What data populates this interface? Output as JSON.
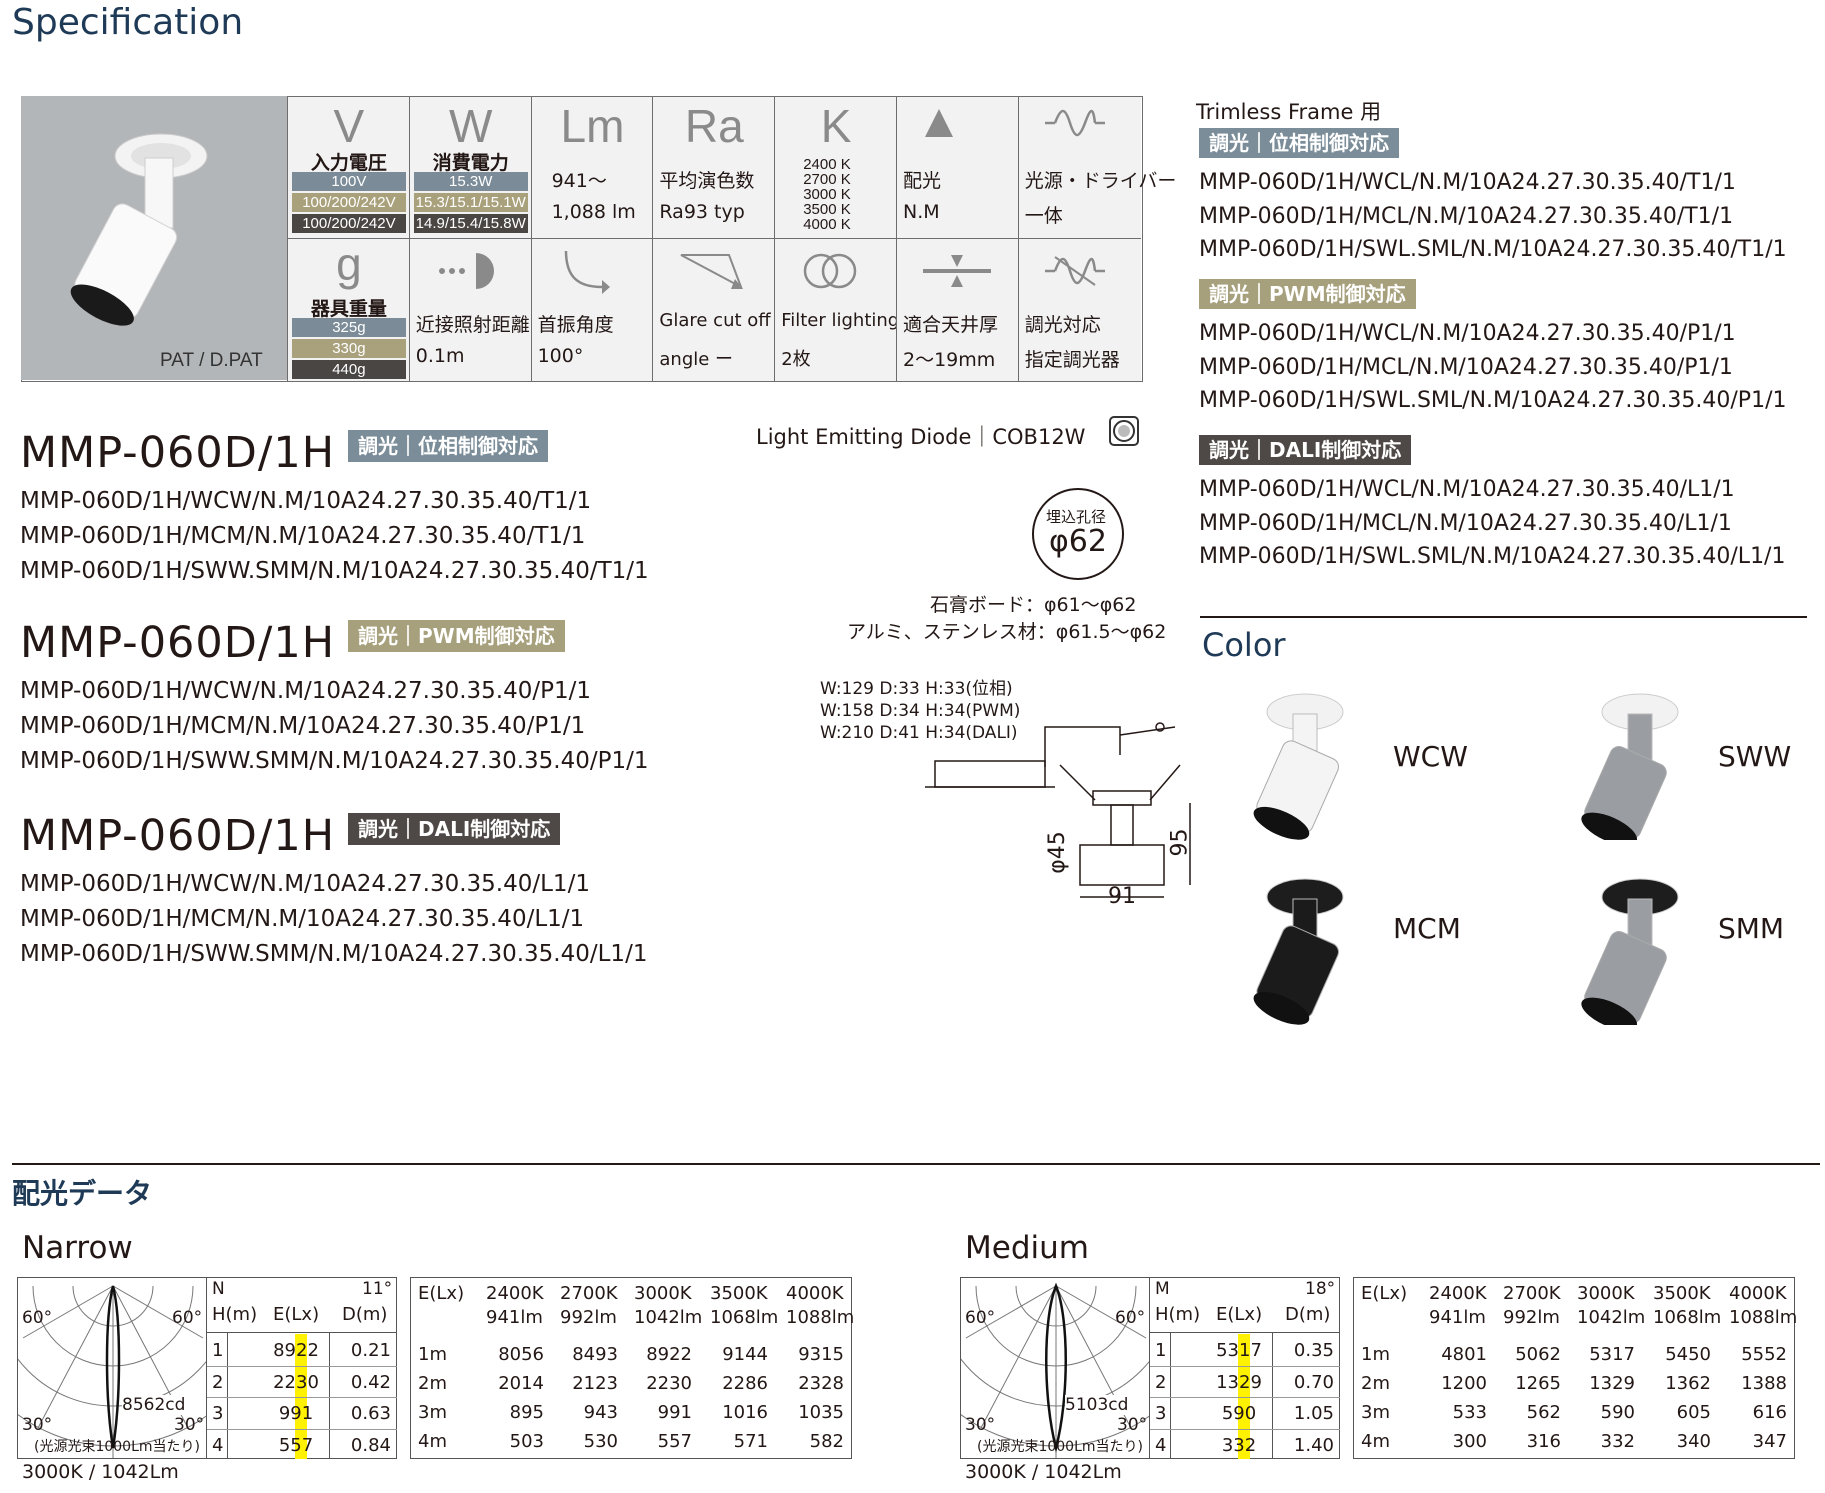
{
  "header": {
    "title": "Specification"
  },
  "spec": {
    "photo_caption": "PAT / D.PAT",
    "row1": [
      {
        "symbol": "V",
        "label": "入力電圧",
        "bars": [
          "100V",
          "100/200/242V",
          "100/200/242V"
        ]
      },
      {
        "symbol": "W",
        "label": "消費電力",
        "bars": [
          "15.3W",
          "15.3/15.1/15.1W",
          "14.9/15.4/15.8W"
        ]
      },
      {
        "symbol": "Lm",
        "line1": "941～",
        "line2": "1,088 lm"
      },
      {
        "symbol": "Ra",
        "line1": "平均演色数",
        "line2": "Ra93 typ"
      },
      {
        "symbol": "K",
        "temps": [
          "2400 K",
          "2700 K",
          "3000 K",
          "3500 K",
          "4000 K"
        ]
      },
      {
        "icon": "triangle-icon",
        "line1": "配光",
        "line2": "N.M"
      },
      {
        "icon": "wave-icon",
        "line1": "光源・ドライバー",
        "line2": "一体"
      }
    ],
    "row2": [
      {
        "symbol": "g",
        "label": "器具重量",
        "bars": [
          "325g",
          "330g",
          "440g"
        ]
      },
      {
        "icon": "distance-icon",
        "line1": "近接照射距離",
        "line2": "0.1m"
      },
      {
        "icon": "rotate-icon",
        "line1": "首振角度",
        "line2": "100°"
      },
      {
        "icon": "glare-icon",
        "line1": "Glare cut off",
        "line2": "angle ー"
      },
      {
        "icon": "filter-icon",
        "line1": "Filter lighting",
        "line2": "2枚"
      },
      {
        "icon": "ceiling-icon",
        "line1": "適合天井厚",
        "line2": "2～19mm"
      },
      {
        "icon": "dimmer-icon",
        "line1": "調光対応",
        "line2": "指定調光器"
      }
    ]
  },
  "models": [
    {
      "name": "MMP-060D/1H",
      "tag": "調光｜位相制御対応",
      "codes": [
        "MMP-060D/1H/WCW/N.M/10A24.27.30.35.40/T1/1",
        "MMP-060D/1H/MCM/N.M/10A24.27.30.35.40/T1/1",
        "MMP-060D/1H/SWW.SMM/N.M/10A24.27.30.35.40/T1/1"
      ]
    },
    {
      "name": "MMP-060D/1H",
      "tag": "調光｜PWM制御対応",
      "codes": [
        "MMP-060D/1H/WCW/N.M/10A24.27.30.35.40/P1/1",
        "MMP-060D/1H/MCM/N.M/10A24.27.30.35.40/P1/1",
        "MMP-060D/1H/SWW.SMM/N.M/10A24.27.30.35.40/P1/1"
      ]
    },
    {
      "name": "MMP-060D/1H",
      "tag": "調光｜DALI制御対応",
      "codes": [
        "MMP-060D/1H/WCW/N.M/10A24.27.30.35.40/L1/1",
        "MMP-060D/1H/MCM/N.M/10A24.27.30.35.40/L1/1",
        "MMP-060D/1H/SWW.SMM/N.M/10A24.27.30.35.40/L1/1"
      ]
    }
  ],
  "drawing": {
    "led": "Light Emitting Diode｜COB12W",
    "hole_label": "埋込孔径",
    "hole_size": "φ62",
    "board": "石膏ボード：φ61～φ62",
    "alumi": "アルミ、ステンレス材：φ61.5～φ62",
    "dims": [
      "W:129 D:33 H:33(位相)",
      "W:158 D:34 H:34(PWM)",
      "W:210 D:41 H:34(DALI)"
    ],
    "d45": "φ45",
    "d91": "91",
    "d95": "95"
  },
  "trimless": {
    "title": "Trimless Frame 用",
    "groups": [
      {
        "tag": "調光｜位相制御対応",
        "codes": [
          "MMP-060D/1H/WCL/N.M/10A24.27.30.35.40/T1/1",
          "MMP-060D/1H/MCL/N.M/10A24.27.30.35.40/T1/1",
          "MMP-060D/1H/SWL.SML/N.M/10A24.27.30.35.40/T1/1"
        ]
      },
      {
        "tag": "調光｜PWM制御対応",
        "codes": [
          "MMP-060D/1H/WCL/N.M/10A24.27.30.35.40/P1/1",
          "MMP-060D/1H/MCL/N.M/10A24.27.30.35.40/P1/1",
          "MMP-060D/1H/SWL.SML/N.M/10A24.27.30.35.40/P1/1"
        ]
      },
      {
        "tag": "調光｜DALI制御対応",
        "codes": [
          "MMP-060D/1H/WCL/N.M/10A24.27.30.35.40/L1/1",
          "MMP-060D/1H/MCL/N.M/10A24.27.30.35.40/L1/1",
          "MMP-060D/1H/SWL.SML/N.M/10A24.27.30.35.40/L1/1"
        ]
      }
    ]
  },
  "color": {
    "title": "Color",
    "items": [
      {
        "code": "WCW",
        "body": "#f4f4f4"
      },
      {
        "code": "SWW",
        "body": "#9a9ea3"
      },
      {
        "code": "MCM",
        "body": "#1b1b1b"
      },
      {
        "code": "SMM",
        "body": "#9a9ea3"
      }
    ]
  },
  "light_dist": {
    "title": "配光データ",
    "panels": [
      {
        "name": "Narrow",
        "angle_l": "60°",
        "angle_r": "60°",
        "angle_bl": "30°",
        "angle_br": "30°",
        "cd": "8562cd",
        "note": "(光源光束1000Lm当たり)",
        "caption": "3000K / 1042Lm",
        "mini": {
          "code": "N",
          "deg": "11°",
          "h": "H(m)",
          "e": "E(Lx)",
          "d": "D(m)",
          "rows": [
            [
              "1",
              "8922",
              "0.21"
            ],
            [
              "2",
              "2230",
              "0.42"
            ],
            [
              "3",
              "991",
              "0.63"
            ],
            [
              "4",
              "557",
              "0.84"
            ]
          ]
        },
        "table": {
          "head1": [
            "E(Lx)",
            "2400K",
            "2700K",
            "3000K",
            "3500K",
            "4000K"
          ],
          "head2": [
            "",
            "941lm",
            "992lm",
            "1042lm",
            "1068lm",
            "1088lm"
          ],
          "rows": [
            [
              "1m",
              "8056",
              "8493",
              "8922",
              "9144",
              "9315"
            ],
            [
              "2m",
              "2014",
              "2123",
              "2230",
              "2286",
              "2328"
            ],
            [
              "3m",
              "895",
              "943",
              "991",
              "1016",
              "1035"
            ],
            [
              "4m",
              "503",
              "530",
              "557",
              "571",
              "582"
            ]
          ]
        }
      },
      {
        "name": "Medium",
        "angle_l": "60°",
        "angle_r": "60°",
        "angle_bl": "30°",
        "angle_br": "30°",
        "cd": "5103cd",
        "note": "(光源光束1000Lm当たり)",
        "caption": "3000K / 1042Lm",
        "mini": {
          "code": "M",
          "deg": "18°",
          "h": "H(m)",
          "e": "E(Lx)",
          "d": "D(m)",
          "rows": [
            [
              "1",
              "5317",
              "0.35"
            ],
            [
              "2",
              "1329",
              "0.70"
            ],
            [
              "3",
              "590",
              "1.05"
            ],
            [
              "4",
              "332",
              "1.40"
            ]
          ]
        },
        "table": {
          "head1": [
            "E(Lx)",
            "2400K",
            "2700K",
            "3000K",
            "3500K",
            "4000K"
          ],
          "head2": [
            "",
            "941lm",
            "992lm",
            "1042lm",
            "1068lm",
            "1088lm"
          ],
          "rows": [
            [
              "1m",
              "4801",
              "5062",
              "5317",
              "5450",
              "5552"
            ],
            [
              "2m",
              "1200",
              "1265",
              "1329",
              "1362",
              "1388"
            ],
            [
              "3m",
              "533",
              "562",
              "590",
              "605",
              "616"
            ],
            [
              "4m",
              "300",
              "316",
              "332",
              "340",
              "347"
            ]
          ]
        }
      }
    ]
  }
}
